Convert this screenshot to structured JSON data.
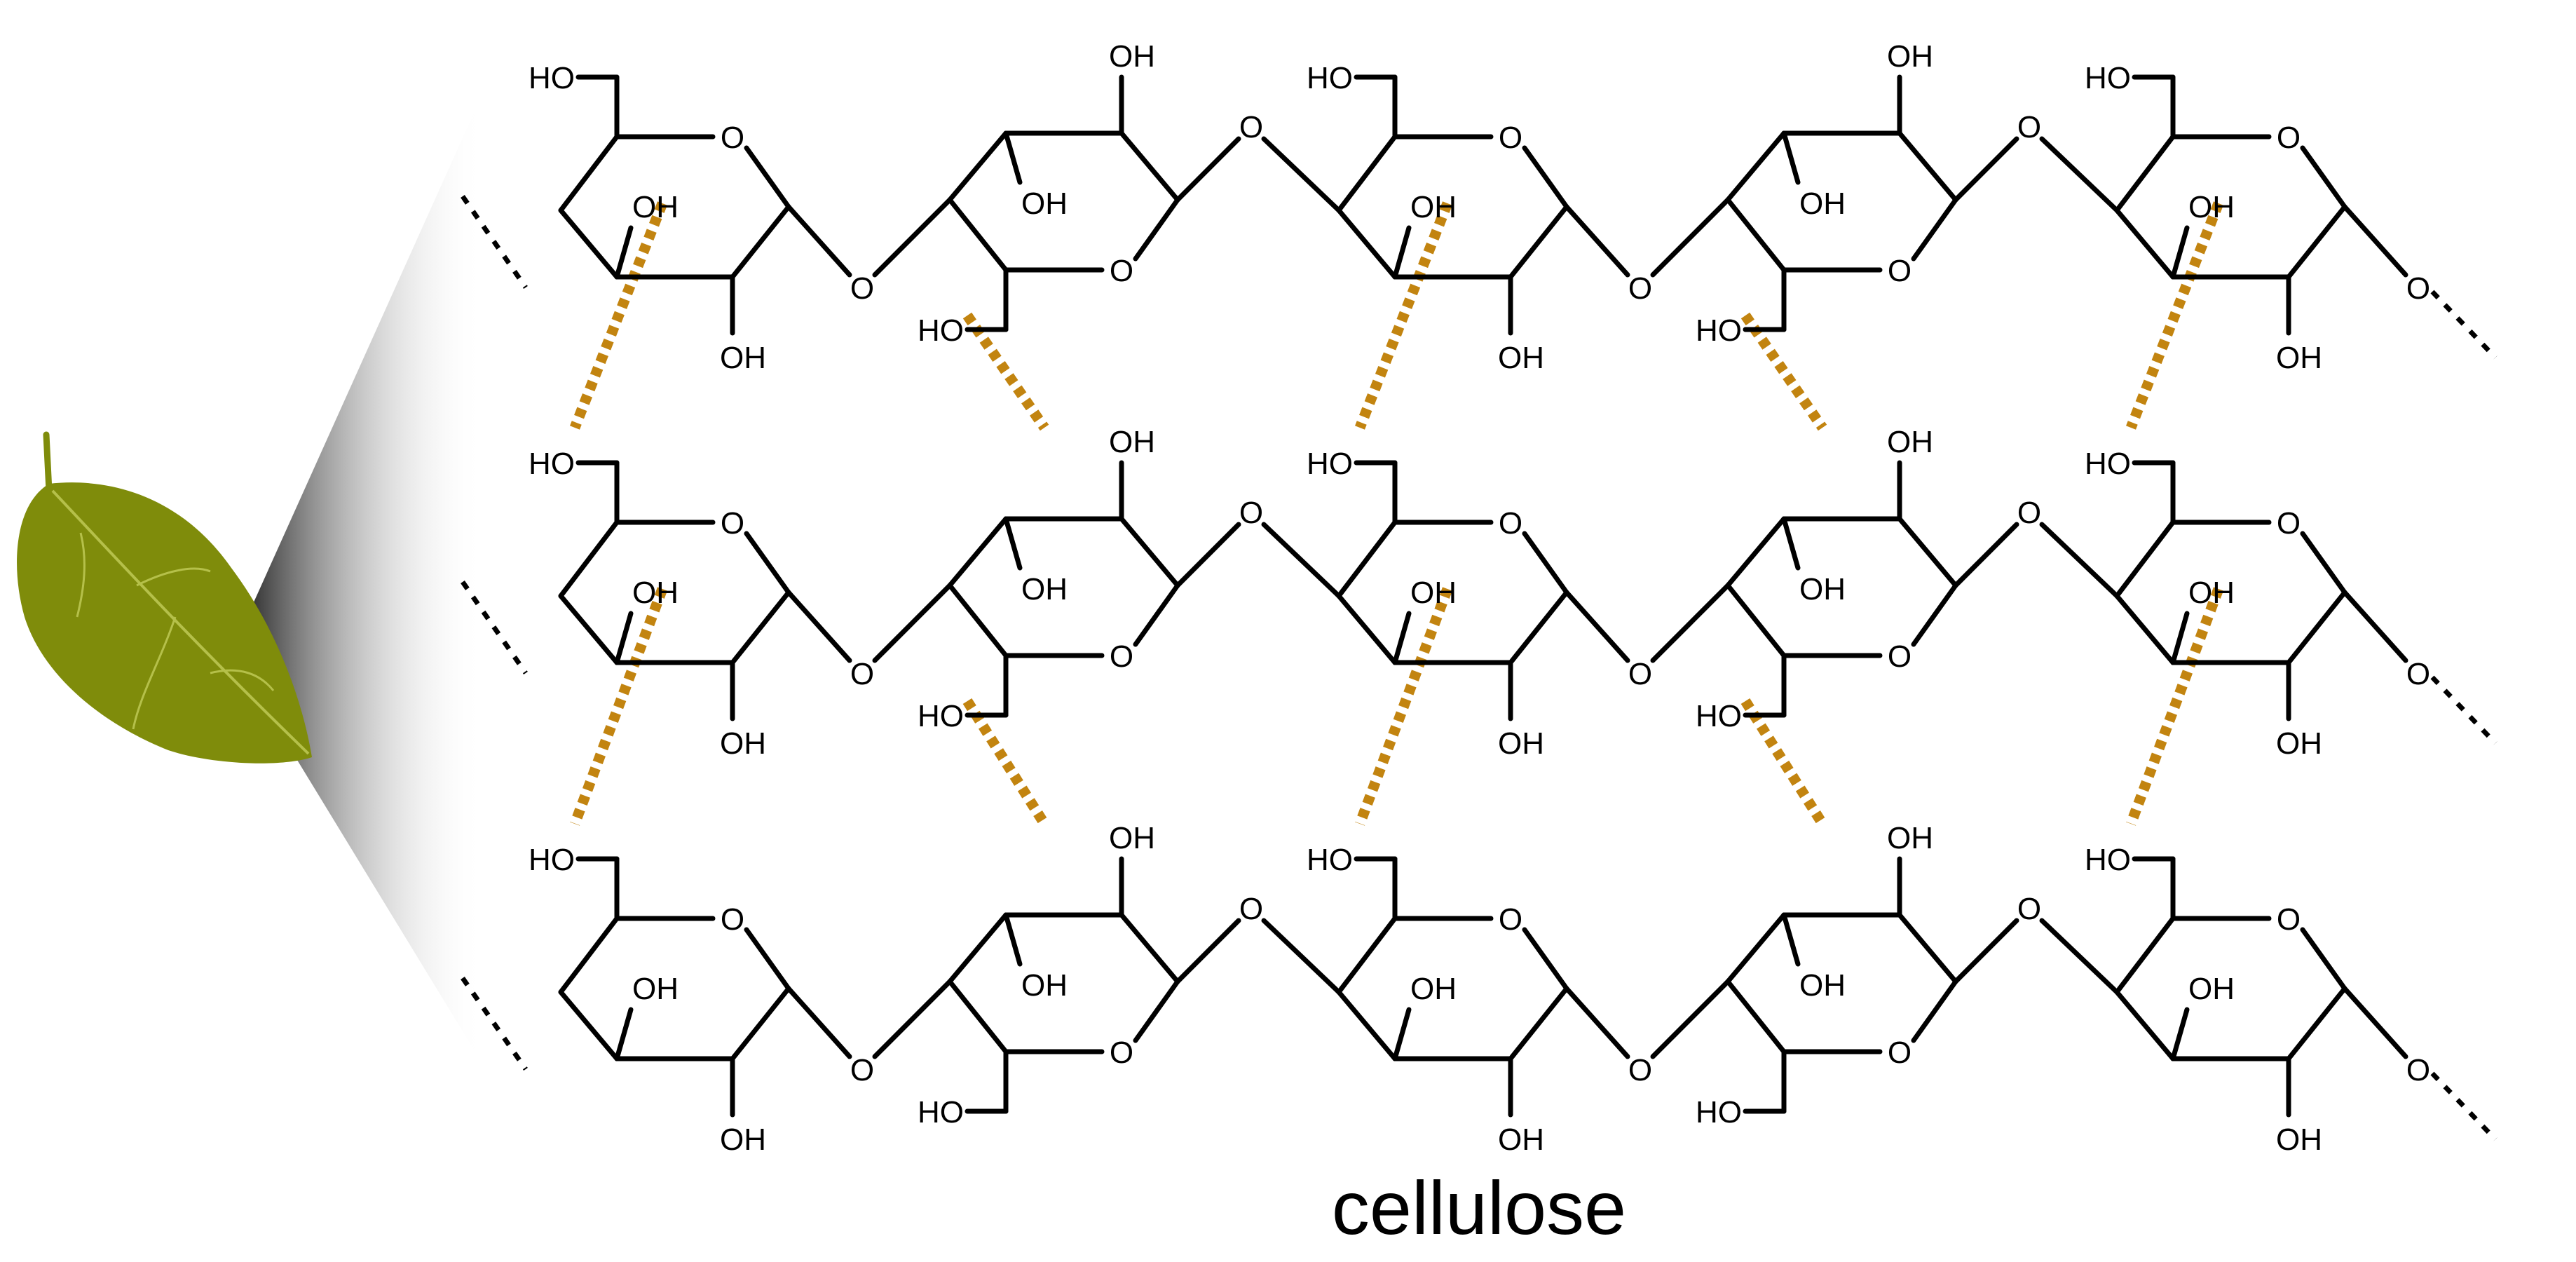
{
  "caption": "cellulose",
  "labels": {
    "oxygen": "O",
    "hydroxyl": "OH",
    "hydroxyl_left": "HO"
  },
  "colors": {
    "bond": "#000000",
    "hydrogen_bond": "#c28410",
    "leaf": "#7f8c0b",
    "leaf_vein": "#b5c04a",
    "zoom_shadow": "#1a1a1a"
  },
  "structure": {
    "chains": 3,
    "glucose_units_per_chain": 5
  }
}
